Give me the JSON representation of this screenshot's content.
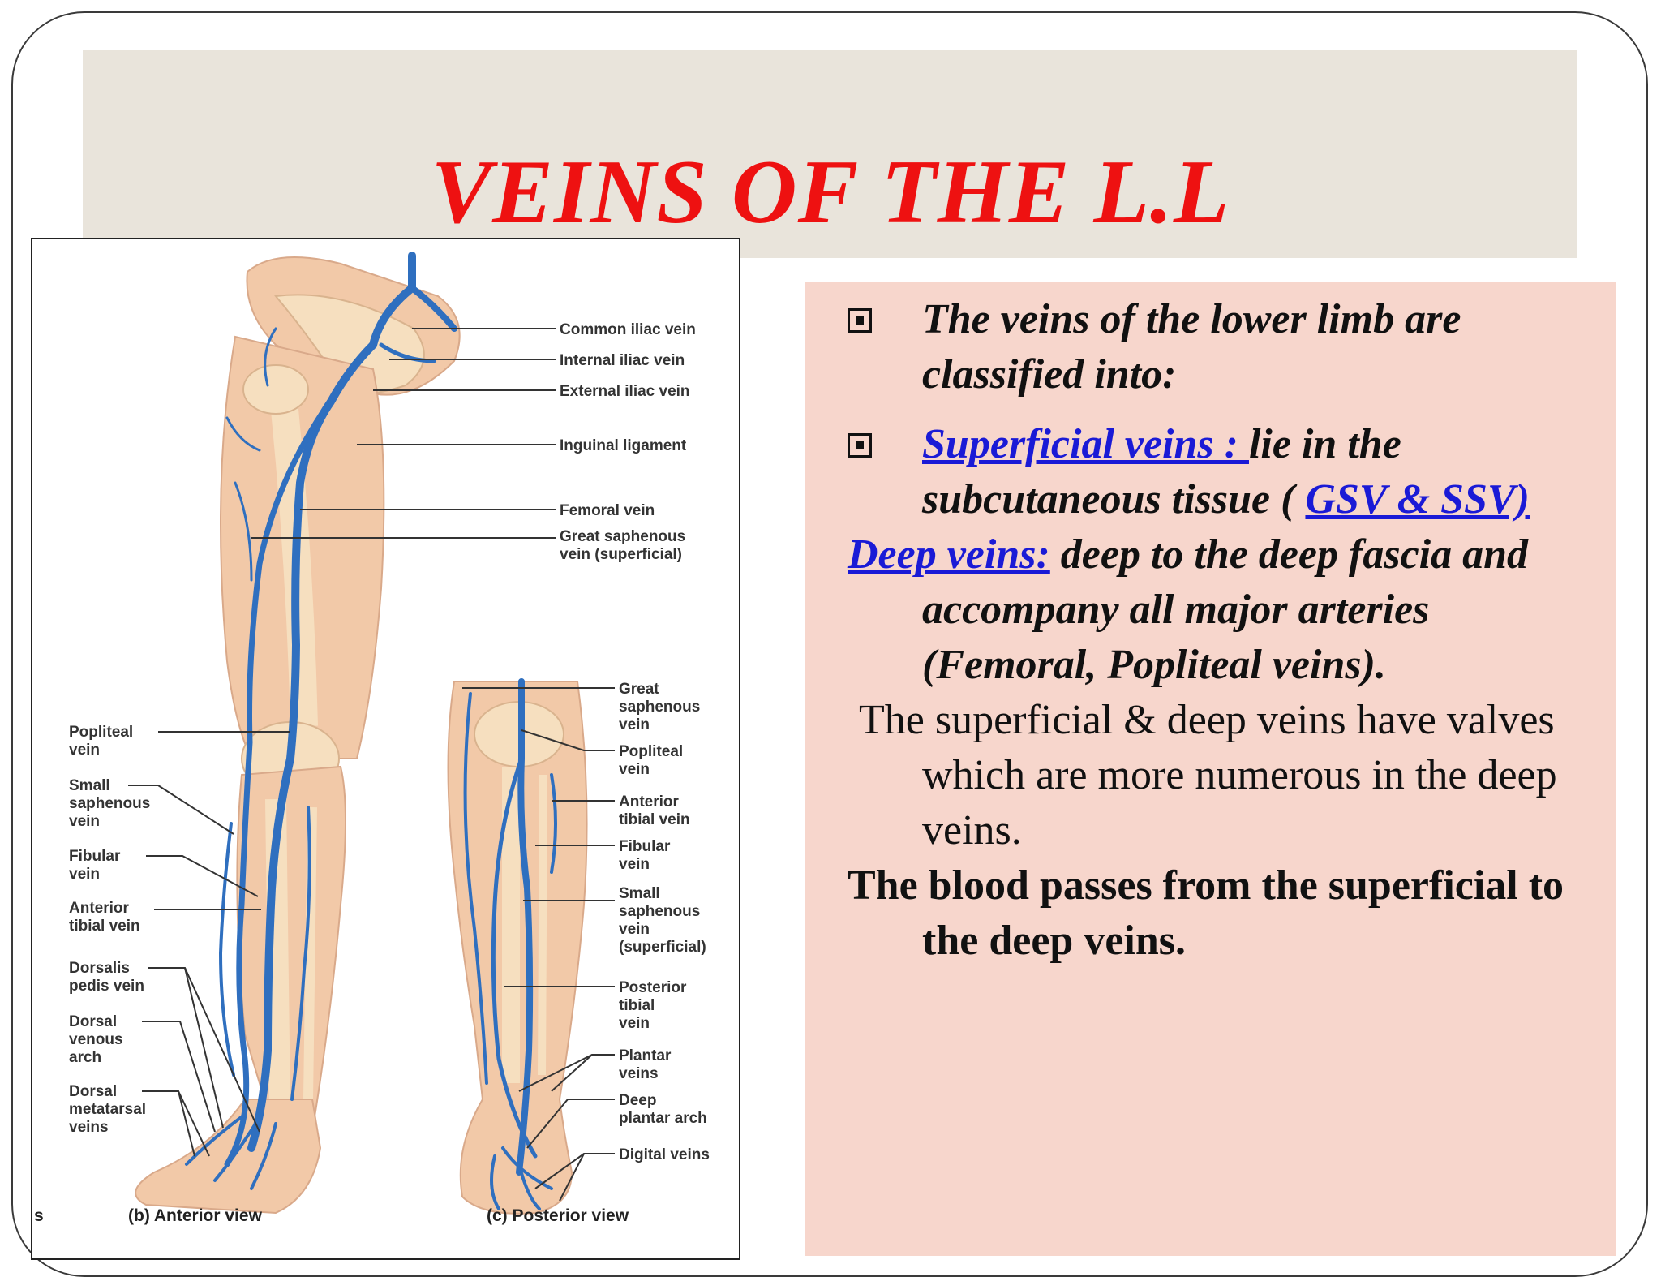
{
  "title": "VEINS OF THE L.L",
  "figure": {
    "anterior_labels": {
      "common_iliac": "Common iliac vein",
      "internal_iliac": "Internal iliac vein",
      "external_iliac": "External iliac vein",
      "inguinal": "Inguinal ligament",
      "femoral": "Femoral vein",
      "gsv_l1": "Great saphenous",
      "gsv_l2": "vein (superficial)",
      "popliteal_l1": "Popliteal",
      "popliteal_l2": "vein",
      "ssv_l1": "Small",
      "ssv_l2": "saphenous",
      "ssv_l3": "vein",
      "fibular_l1": "Fibular",
      "fibular_l2": "vein",
      "ant_tib_l1": "Anterior",
      "ant_tib_l2": "tibial vein",
      "dorsalis_l1": "Dorsalis",
      "dorsalis_l2": "pedis vein",
      "dva_l1": "Dorsal",
      "dva_l2": "venous",
      "dva_l3": "arch",
      "dmv_l1": "Dorsal",
      "dmv_l2": "metatarsal",
      "dmv_l3": "veins"
    },
    "posterior_labels": {
      "gsv_l1": "Great",
      "gsv_l2": "saphenous",
      "gsv_l3": "vein",
      "pop_l1": "Popliteal",
      "pop_l2": "vein",
      "at_l1": "Anterior",
      "at_l2": "tibial vein",
      "fib_l1": "Fibular",
      "fib_l2": "vein",
      "ssv_l1": "Small",
      "ssv_l2": "saphenous",
      "ssv_l3": "vein",
      "ssv_l4": "(superficial)",
      "pt_l1": "Posterior",
      "pt_l2": "tibial",
      "pt_l3": "vein",
      "pl_l1": "Plantar",
      "pl_l2": "veins",
      "dpa_l1": "Deep",
      "dpa_l2": "plantar arch",
      "digital": "Digital veins"
    },
    "caption_fragment": "s",
    "caption_anterior": "(b) Anterior view",
    "caption_posterior": "(c) Posterior view"
  },
  "text": {
    "p1": "The veins of the lower limb are classified into:",
    "p2_link": "Superficial veins : ",
    "p2_text": "lie in the subcutaneous tissue ( ",
    "p2_link2": "GSV & SSV)",
    "p3_link": "Deep veins:",
    "p3_text": "  deep to the deep fascia and accompany all major arteries (Femoral, Popliteal veins).",
    "p4": " The superficial & deep veins have valves which are  more numerous in the deep veins.",
    "p5": "The blood passes from the superficial to the deep veins."
  },
  "colors": {
    "title": "#ee1111",
    "title_band": "#e9e4db",
    "text_panel": "#f7d6cc",
    "link": "#1a1ad6",
    "vein": "#2f6fbf",
    "skin": "#f2c9a8",
    "bone": "#f6dfbf"
  }
}
